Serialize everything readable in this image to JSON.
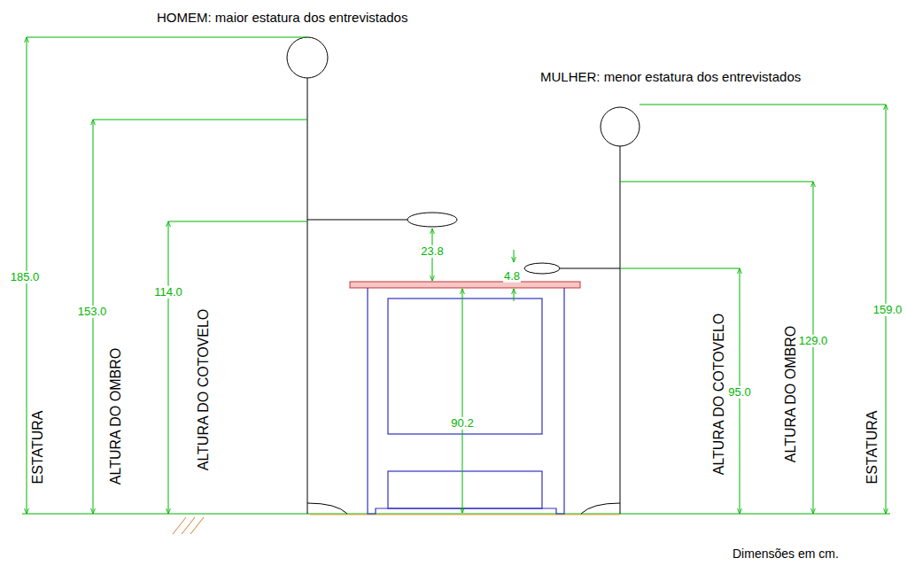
{
  "diagram": {
    "labels": [
      "HOMEM: maior estatura dos entrevistados",
      "MULHER: menor estatura dos entrevistados",
      "185.0",
      "ESTATURA",
      "153.0",
      "ALTURA DO OMBRO",
      "114.0",
      "ALTURA DO COTOVELO",
      "23.8",
      "4.8",
      "90.2",
      "ALTURA DO COTOVELO",
      "95.0",
      "ALTURA DO OMBRO",
      "129.0",
      "159.0",
      "ESTATURA",
      "Dimensões em cm."
    ]
  }
}
